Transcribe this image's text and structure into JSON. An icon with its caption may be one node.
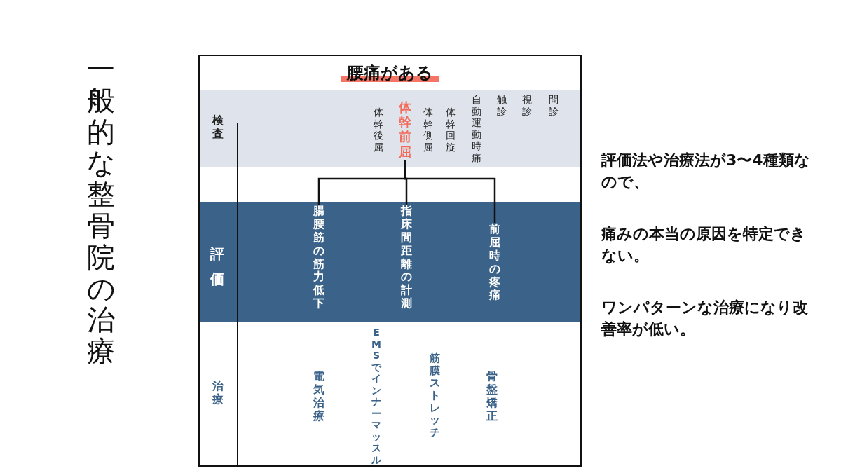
{
  "diagram": {
    "title": "一般的な整骨院の治療",
    "nodes": [
      {
        "text": [
          "腰痛がある"
        ]
      },
      {
        "text": [
          "検査"
        ],
        "in": 0
      },
      {
        "text": [
          "問診"
        ],
        "in": 1
      },
      {
        "text": [
          "視診"
        ],
        "in": 1
      },
      {
        "text": [
          "触診"
        ],
        "in": 1
      },
      {
        "text": [
          "自動運動時痛"
        ],
        "in": 1
      },
      {
        "text": [
          "体幹回旋"
        ],
        "in": 1
      },
      {
        "text": [
          "体幹側屈"
        ],
        "in": 1
      },
      {
        "text": [
          "体幹前屈"
        ],
        "in": 1
      },
      {
        "text": [
          "体幹後屈"
        ],
        "in": 1
      },
      {
        "text": [
          "評価"
        ],
        "in": 0
      },
      {
        "text": [
          "前屈時の疼痛"
        ],
        "in": 10
      },
      {
        "text": [
          "指床間距離の計測"
        ],
        "in": 10
      },
      {
        "text": [
          "腸腰筋の筋力低下"
        ],
        "in": 10
      },
      {
        "text": [
          "治療"
        ],
        "in": 0
      },
      {
        "text": [
          "骨盤矯正"
        ],
        "in": 14
      },
      {
        "text": [
          "筋膜ストレッチ"
        ],
        "in": 14
      },
      {
        "text": [
          "EMSでインナーマッスル"
        ],
        "in": 14
      },
      {
        "text": [
          "電気治療"
        ],
        "in": 14
      }
    ],
    "edges": [
      {
        "from": 8,
        "to": 13,
        "arrow": "none"
      },
      {
        "from": 8,
        "to": 12,
        "arrow": "none"
      },
      {
        "from": 8,
        "to": 11,
        "arrow": "none"
      }
    ],
    "labels": [
      "評価法や治療法が3〜4種類なので、",
      "痛みの本当の原因を特定できない。",
      "ワンパターンな治療になり改善率が低い。"
    ]
  }
}
